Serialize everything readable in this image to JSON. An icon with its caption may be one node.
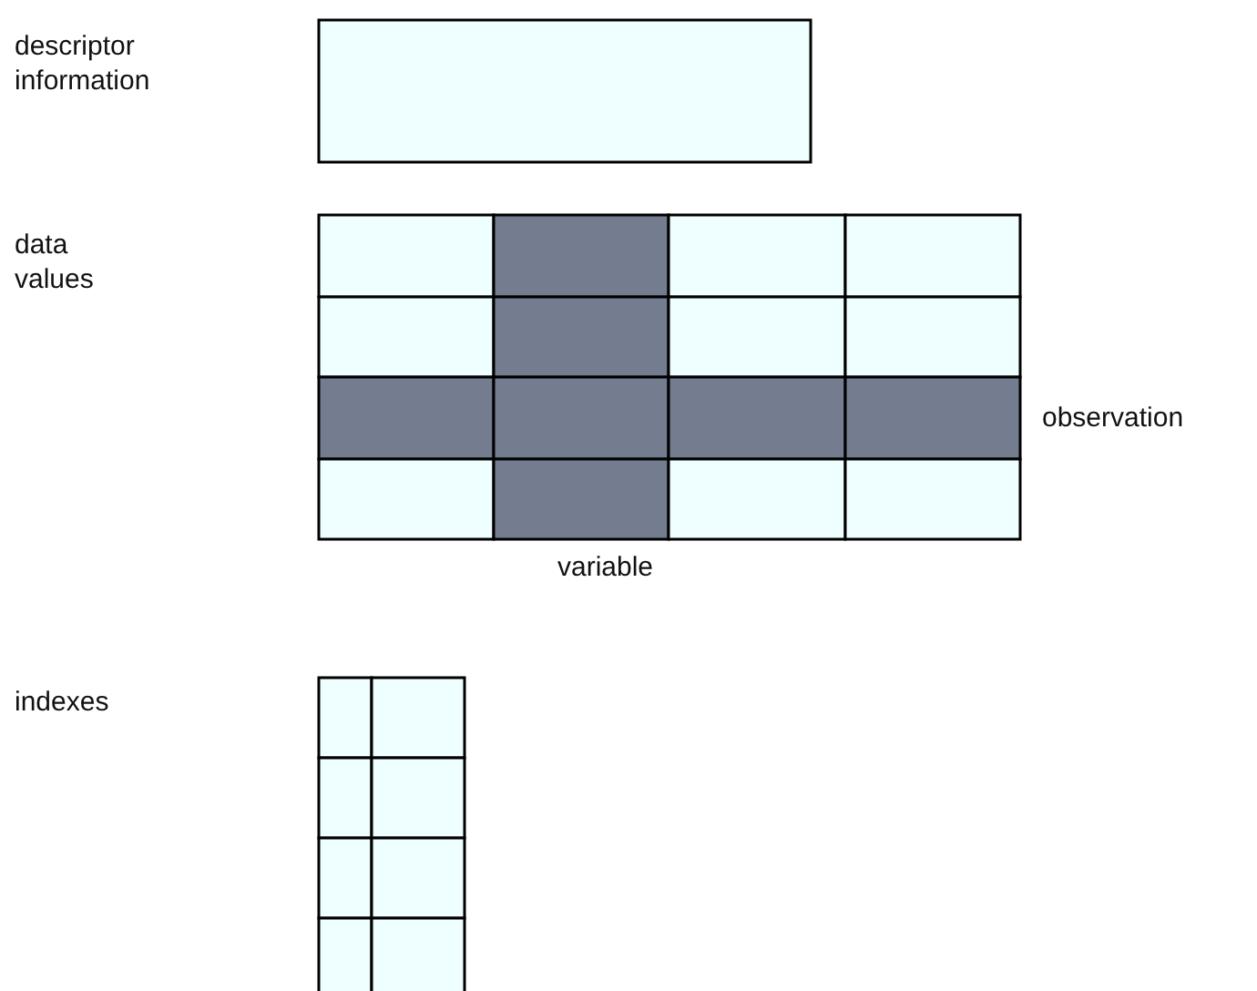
{
  "diagram": {
    "labels": [
      "descriptor information",
      "data values",
      "observation",
      "variable",
      "indexes"
    ]
  }
}
